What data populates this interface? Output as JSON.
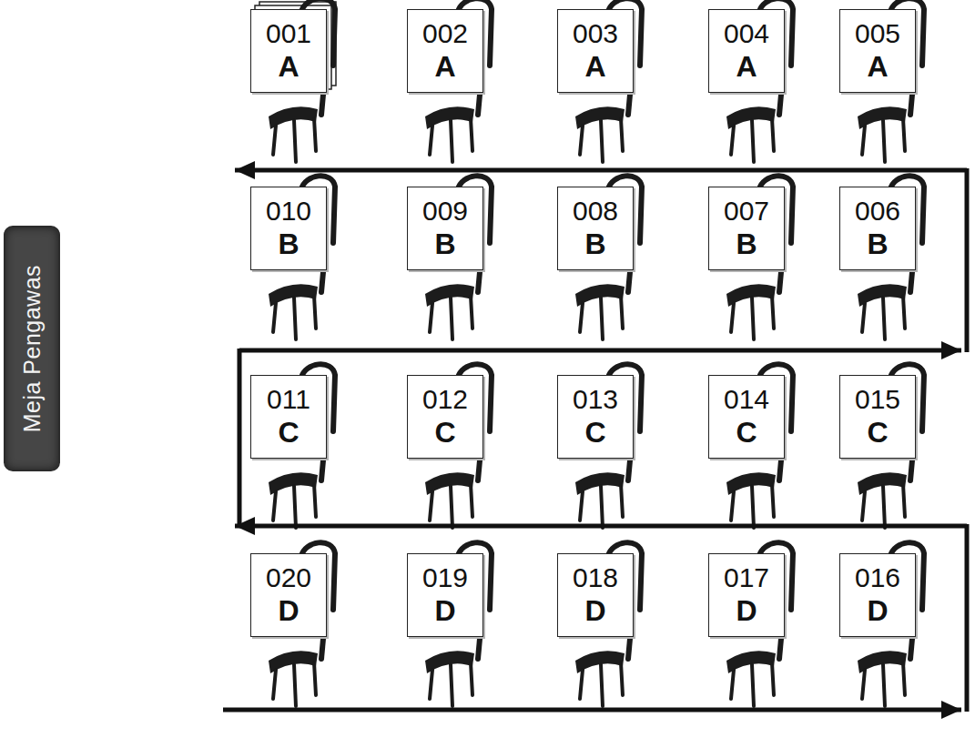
{
  "diagram": {
    "nodes": [
      {
        "text": [
          "Meja Pengawas"
        ]
      },
      {
        "text": [
          "001",
          "A"
        ]
      },
      {
        "text": [
          "002",
          "A"
        ]
      },
      {
        "text": [
          "003",
          "A"
        ]
      },
      {
        "text": [
          "004",
          "A"
        ]
      },
      {
        "text": [
          "005",
          "A"
        ]
      },
      {
        "text": [
          "010",
          "B"
        ]
      },
      {
        "text": [
          "009",
          "B"
        ]
      },
      {
        "text": [
          "008",
          "B"
        ]
      },
      {
        "text": [
          "007",
          "B"
        ]
      },
      {
        "text": [
          "006",
          "B"
        ]
      },
      {
        "text": [
          "011",
          "C"
        ]
      },
      {
        "text": [
          "012",
          "C"
        ]
      },
      {
        "text": [
          "013",
          "C"
        ]
      },
      {
        "text": [
          "014",
          "C"
        ]
      },
      {
        "text": [
          "015",
          "C"
        ]
      },
      {
        "text": [
          "020",
          "D"
        ]
      },
      {
        "text": [
          "019",
          "D"
        ]
      },
      {
        "text": [
          "018",
          "D"
        ]
      },
      {
        "text": [
          "017",
          "D"
        ]
      },
      {
        "text": [
          "016",
          "D"
        ]
      }
    ]
  }
}
